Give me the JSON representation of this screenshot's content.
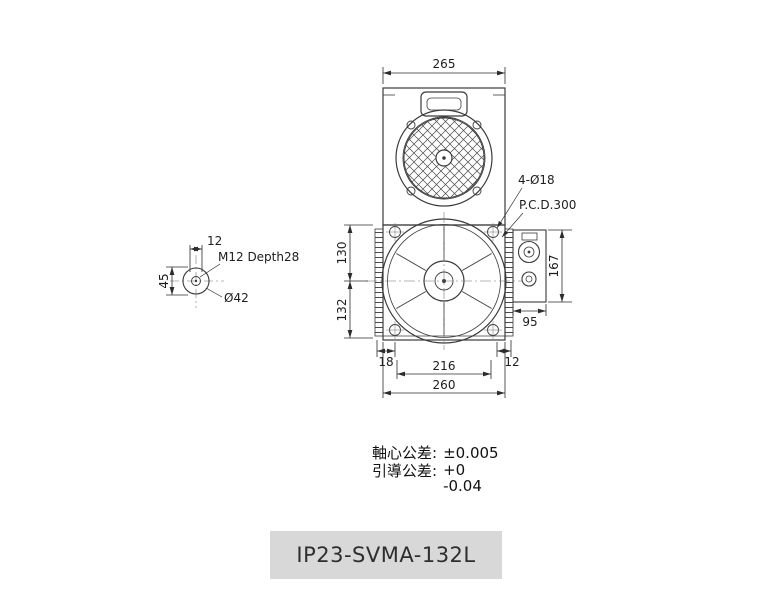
{
  "model_label": "IP23-SVMA-132L",
  "drawing": {
    "dims": {
      "top_width": "265",
      "holes": "4-Ø18",
      "pcd": "P.C.D.300",
      "upper_height": "130",
      "lower_height": "132",
      "box_height": "167",
      "box_width": "95",
      "foot_left": "18",
      "foot_right": "12",
      "bolt_span": "216",
      "base_width": "260"
    },
    "shaft": {
      "keyway": "12",
      "height": "45",
      "tap": "M12 Depth28",
      "diameter": "Ø42"
    }
  },
  "tolerances": {
    "axis_label": "軸心公差:",
    "axis_value": "±0.005",
    "guide_label": "引導公差:",
    "guide_plus": "+0",
    "guide_minus": "-0.04"
  }
}
